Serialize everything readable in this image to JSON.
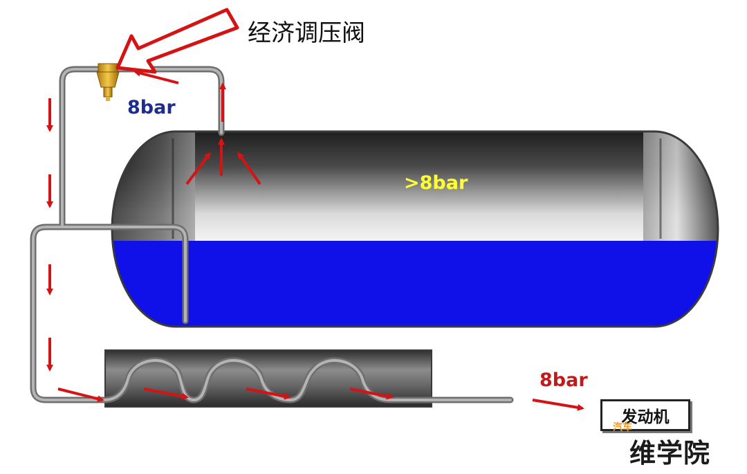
{
  "labels": {
    "valve": "经济调压阀",
    "line_pressure": "8bar",
    "tank_pressure": ">8bar",
    "output_pressure": "8bar",
    "engine": "发动机"
  },
  "watermark": {
    "main": "维学院",
    "small": "汽车"
  },
  "colors": {
    "liquid": "#1010e8",
    "arrow": "#d41414",
    "tank_metal": "#8a8a8a",
    "pipe": "#8c8c8c"
  }
}
